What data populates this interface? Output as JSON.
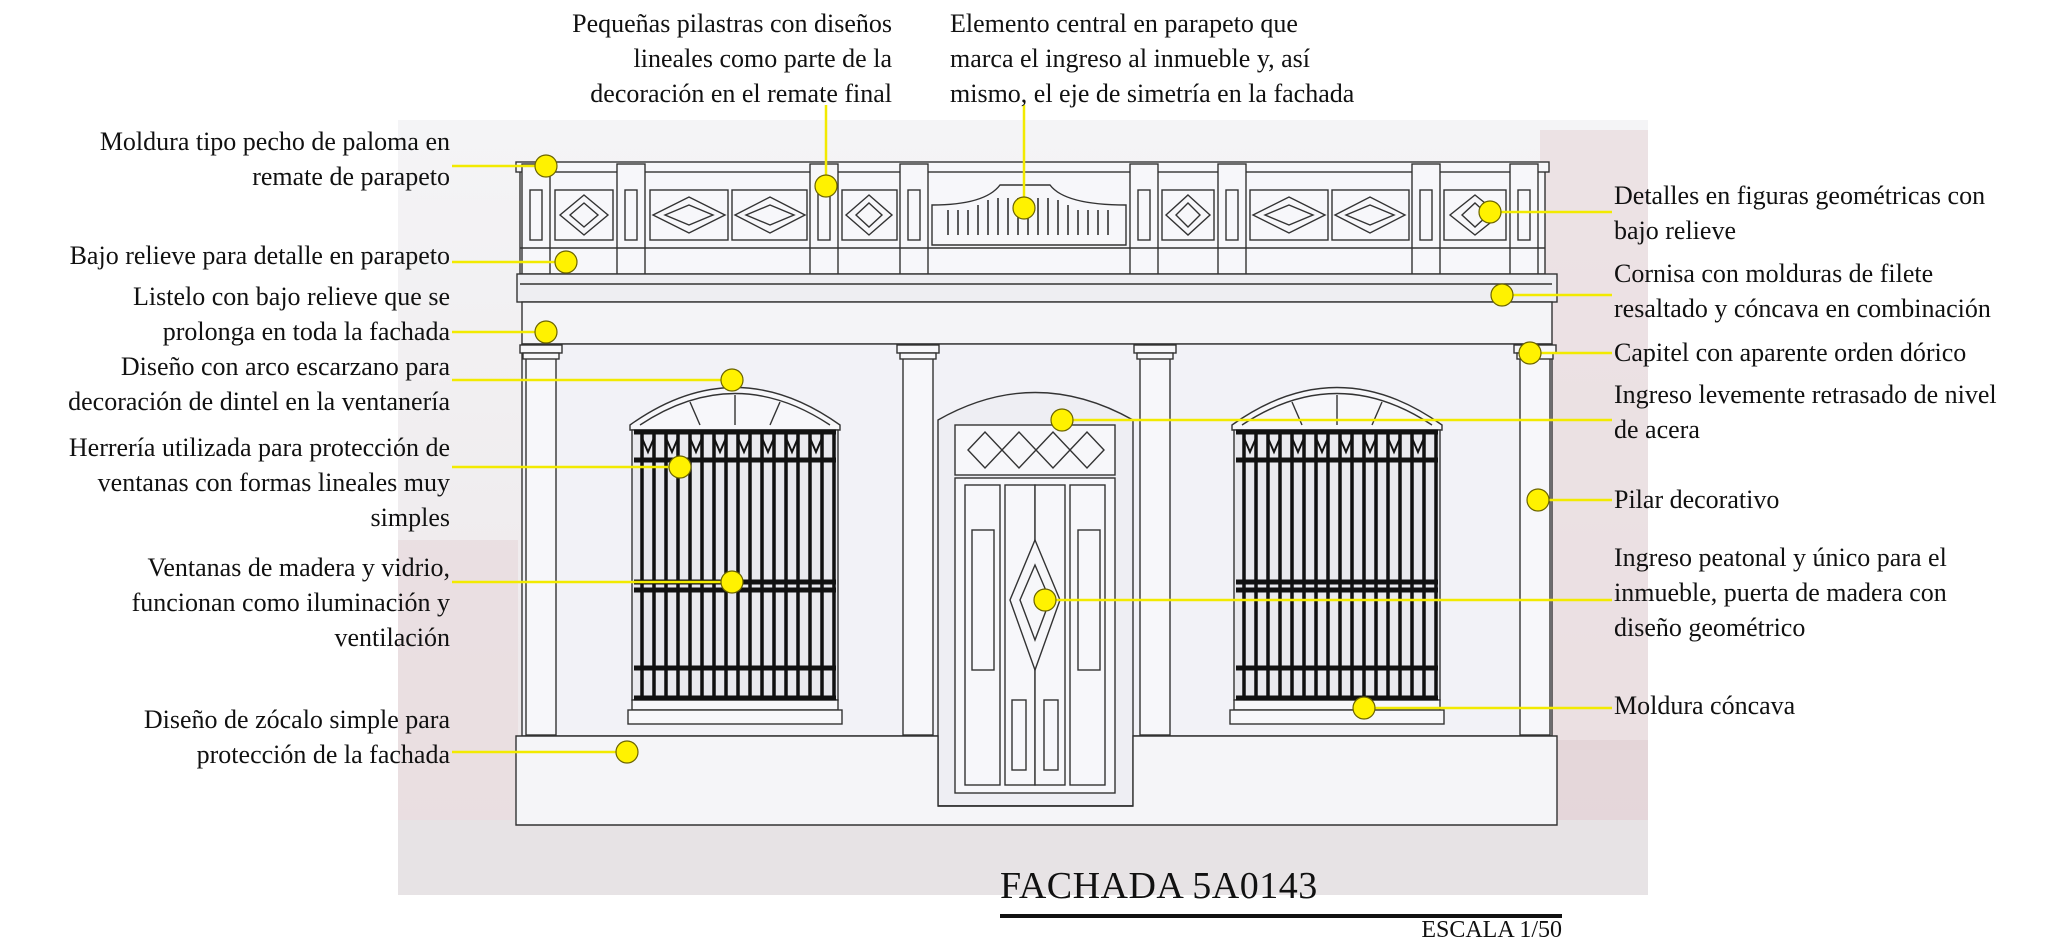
{
  "drawing": {
    "title": "FACHADA 5A0143",
    "scale": "ESCALA 1/50",
    "leader_color": "#f2ea00",
    "marker_color": "#fff200",
    "marker_outline": "#6b6400"
  },
  "annotations": {
    "pilastras": "Pequeñas pilastras con diseños\nlineales como parte de la\ndecoración en el remate final",
    "elemento_central": "Elemento central en parapeto que\nmarca el ingreso al inmueble y, así\nmismo, el eje de simetría en la fachada",
    "moldura_pecho_paloma": "Moldura tipo pecho de paloma en\nremate de parapeto",
    "bajo_relieve_parapeto": "Bajo relieve para detalle en parapeto",
    "listelo": "Listelo con bajo relieve que se\nprolonga en toda la fachada",
    "arco_escarzano": "Diseño con arco escarzano para\ndecoración de dintel en la ventanería",
    "herreria": "Herrería utilizada para protección de\nventanas con formas lineales muy\nsimples",
    "ventanas_madera": "Ventanas de madera y vidrio,\nfuncionan como iluminación y\nventilación",
    "zocalo": "Diseño de zócalo simple para\nprotección de la fachada",
    "figuras_geometricas": "Detalles en figuras geométricas con\nbajo relieve",
    "cornisa": "Cornisa con molduras de filete\nresaltado y cóncava en combinación",
    "capitel": "Capitel con aparente orden dórico",
    "ingreso_retrasado": "Ingreso levemente retrasado de nivel\nde acera",
    "pilar_decorativo": "Pilar decorativo",
    "ingreso_peatonal": "Ingreso peatonal y único para el\ninmueble, puerta de madera con\ndiseño geométrico",
    "moldura_concava": "Moldura cóncava"
  }
}
